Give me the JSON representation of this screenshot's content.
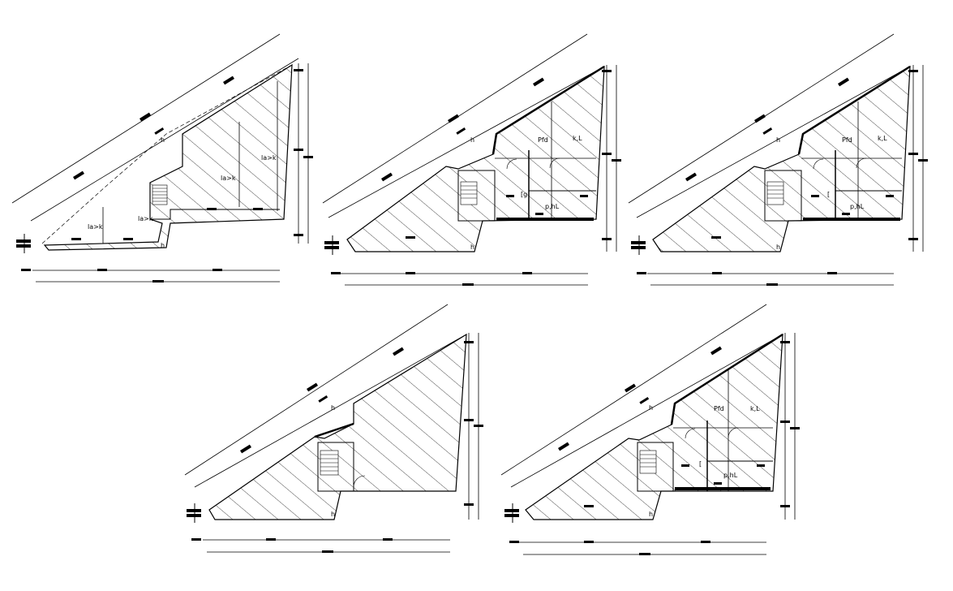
{
  "drawing": {
    "plans": [
      {
        "name": "plan-1",
        "room_labels": [
          "la>k",
          "la>k",
          "la>k",
          "la>k"
        ],
        "markers": [
          "h",
          "h"
        ]
      },
      {
        "name": "plan-2",
        "room_labels": [
          "Pfd",
          "k,L",
          "[g",
          "p,hL"
        ],
        "markers": [
          "h",
          "h"
        ]
      },
      {
        "name": "plan-3",
        "room_labels": [
          "Pfd",
          "k,L",
          "[",
          "p,hL"
        ],
        "markers": [
          "h",
          "h"
        ]
      },
      {
        "name": "plan-4",
        "room_labels": [],
        "markers": [
          "h",
          "h"
        ]
      },
      {
        "name": "plan-5",
        "room_labels": [
          "Pfd",
          "k,L",
          "[",
          "p,hL"
        ],
        "markers": [
          "h",
          "h"
        ]
      }
    ]
  }
}
